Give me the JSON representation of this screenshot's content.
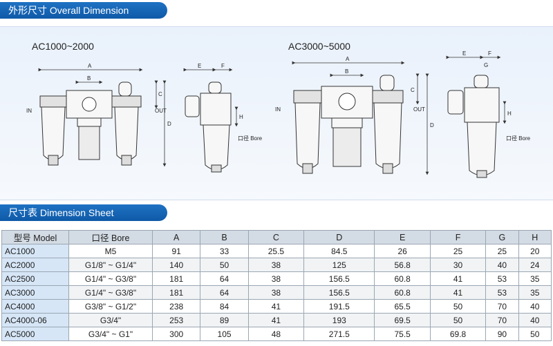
{
  "sections": {
    "overall_title": "外形尺寸 Overall Dimension",
    "sheet_title": "尺寸表 Dimension Sheet"
  },
  "drawings": {
    "left_model": "AC1000~2000",
    "right_model": "AC3000~5000",
    "labels": {
      "in": "IN",
      "out": "OUT",
      "bore": "口径 Bore",
      "a": "A",
      "b": "B",
      "c": "C",
      "d": "D",
      "e": "E",
      "f": "F",
      "g": "G",
      "h": "H"
    }
  },
  "table": {
    "headers": [
      "型号 Model",
      "口径 Bore",
      "A",
      "B",
      "C",
      "D",
      "E",
      "F",
      "G",
      "H"
    ],
    "rows": [
      [
        "AC1000",
        "M5",
        "91",
        "33",
        "25.5",
        "84.5",
        "26",
        "25",
        "25",
        "20"
      ],
      [
        "AC2000",
        "G1/8\" ~ G1/4\"",
        "140",
        "50",
        "38",
        "125",
        "56.8",
        "30",
        "40",
        "24"
      ],
      [
        "AC2500",
        "G1/4\" ~ G3/8\"",
        "181",
        "64",
        "38",
        "156.5",
        "60.8",
        "41",
        "53",
        "35"
      ],
      [
        "AC3000",
        "G1/4\" ~ G3/8\"",
        "181",
        "64",
        "38",
        "156.5",
        "60.8",
        "41",
        "53",
        "35"
      ],
      [
        "AC4000",
        "G3/8\" ~ G1/2\"",
        "238",
        "84",
        "41",
        "191.5",
        "65.5",
        "50",
        "70",
        "40"
      ],
      [
        "AC4000-06",
        "G3/4\"",
        "253",
        "89",
        "41",
        "193",
        "69.5",
        "50",
        "70",
        "40"
      ],
      [
        "AC5000",
        "G3/4\" ~ G1\"",
        "300",
        "105",
        "48",
        "271.5",
        "75.5",
        "69.8",
        "90",
        "50"
      ]
    ]
  },
  "colors": {
    "header": "#1467b8",
    "drawing_bg": "#eaf1fa"
  }
}
